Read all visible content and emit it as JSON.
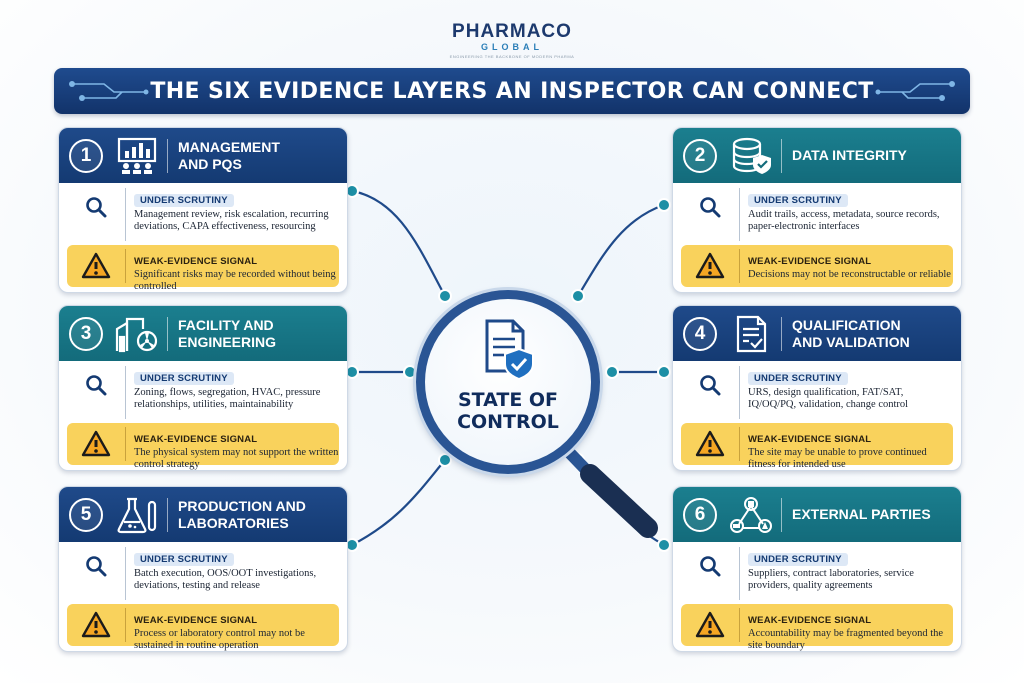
{
  "logo": {
    "name": "PHARMACO",
    "subname": "GLOBAL",
    "tagline": "ENGINEERING THE BACKBONE OF MODERN PHARMA"
  },
  "title": "THE SIX EVIDENCE LAYERS AN INSPECTOR CAN CONNECT",
  "center": {
    "label": "STATE OF CONTROL",
    "icon": "shield-check-document-icon"
  },
  "colors": {
    "navy": "#143a72",
    "teal": "#136b7b",
    "warning_yellow": "#f9d25c",
    "scrutiny_label_bg": "#dde8f6"
  },
  "layers": [
    {
      "number": "1",
      "title": "MANAGEMENT\nAND PQS",
      "icon": "management-board-icon",
      "scrutiny_label": "UNDER SCRUTINY",
      "scrutiny_text": "Management review, risk escalation, recurring deviations, CAPA effectiveness, resourcing",
      "weak_label": "WEAK-EVIDENCE SIGNAL",
      "weak_text": "Significant risks may be recorded without being controlled"
    },
    {
      "number": "2",
      "title": "DATA INTEGRITY",
      "icon": "database-shield-icon",
      "scrutiny_label": "UNDER SCRUTINY",
      "scrutiny_text": "Audit trails, access, metadata, source records, paper-electronic interfaces",
      "weak_label": "WEAK-EVIDENCE SIGNAL",
      "weak_text": "Decisions may not be reconstructable or reliable"
    },
    {
      "number": "3",
      "title": "FACILITY AND\nENGINEERING",
      "icon": "facility-fan-icon",
      "scrutiny_label": "UNDER SCRUTINY",
      "scrutiny_text": "Zoning, flows, segregation, HVAC, pressure relationships, utilities, maintainability",
      "weak_label": "WEAK-EVIDENCE SIGNAL",
      "weak_text": "The physical system may not support the written control strategy"
    },
    {
      "number": "4",
      "title": "QUALIFICATION\nAND VALIDATION",
      "icon": "checklist-document-icon",
      "scrutiny_label": "UNDER SCRUTINY",
      "scrutiny_text": "URS, design qualification, FAT/SAT, IQ/OQ/PQ, validation, change control",
      "weak_label": "WEAK-EVIDENCE SIGNAL",
      "weak_text": "The site may be unable to prove continued fitness for intended use"
    },
    {
      "number": "5",
      "title": "PRODUCTION AND\nLABORATORIES",
      "icon": "flask-test-tube-icon",
      "scrutiny_label": "UNDER SCRUTINY",
      "scrutiny_text": "Batch execution, OOS/OOT investigations, deviations, testing and release",
      "weak_label": "WEAK-EVIDENCE SIGNAL",
      "weak_text": "Process or laboratory control may not be sustained in routine operation"
    },
    {
      "number": "6",
      "title": "EXTERNAL PARTIES",
      "icon": "network-partners-icon",
      "scrutiny_label": "UNDER SCRUTINY",
      "scrutiny_text": "Suppliers, contract laboratories, service providers, quality agreements",
      "weak_label": "WEAK-EVIDENCE SIGNAL",
      "weak_text": "Accountability may be fragmented beyond the site boundary"
    }
  ]
}
